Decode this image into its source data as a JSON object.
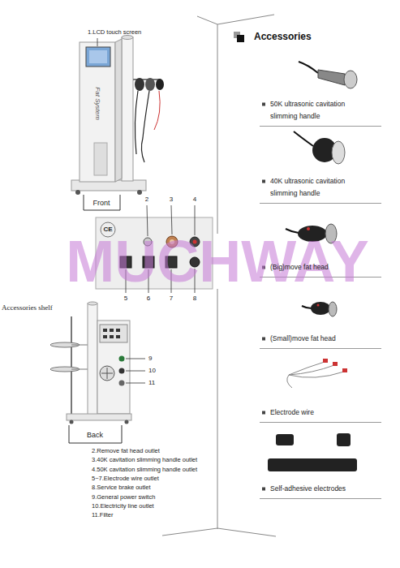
{
  "diagram": {
    "title": "Accessories",
    "labels": [
      "1.LCD touch screen",
      "Fat System",
      "Front",
      "2",
      "3",
      "4",
      "CE",
      "MUCHWAY",
      "5",
      "6",
      "7",
      "8",
      "Accessories shelf",
      "9",
      "10",
      "11",
      "Back",
      "2.Remove fat head outlet",
      "3.40K cavitation slimming handle outlet",
      "4.50K cavitation slimming handle outlet",
      "5~7.Electrode wire outlet",
      "8.Service brake outlet",
      "9.General power switch",
      "10.Electricity line outlet",
      "11.Filter",
      "50K ultrasonic cavitation slimming handle",
      "40K ultrasonic cavitation slimming handle",
      "(Big)move fat head",
      "(Small)move fat head",
      "Electrode wire",
      "Self-adhesive electrodes"
    ]
  }
}
